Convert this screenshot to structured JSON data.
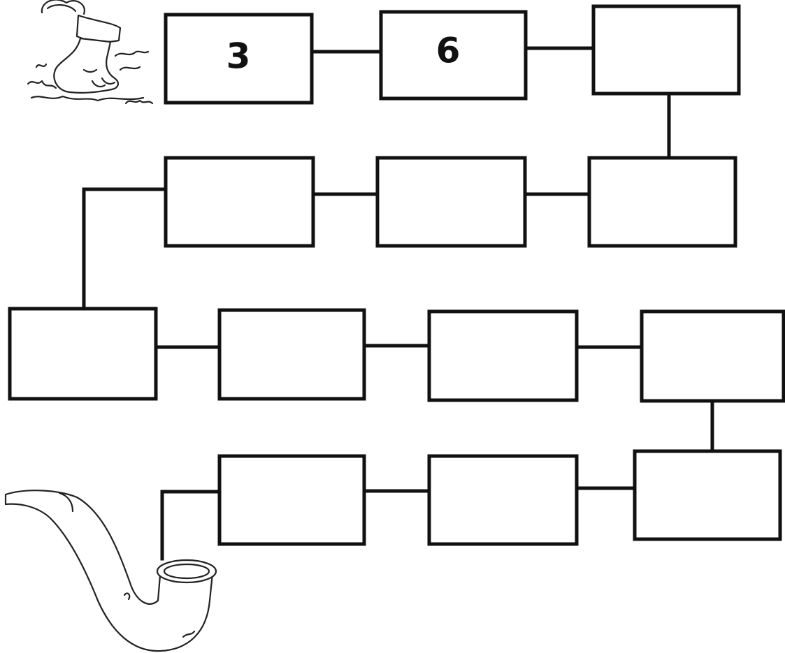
{
  "chain": {
    "cells": [
      {
        "id": 1,
        "value": "3"
      },
      {
        "id": 2,
        "value": "6"
      },
      {
        "id": 3,
        "value": ""
      },
      {
        "id": 4,
        "value": ""
      },
      {
        "id": 5,
        "value": ""
      },
      {
        "id": 6,
        "value": ""
      },
      {
        "id": 7,
        "value": ""
      },
      {
        "id": 8,
        "value": ""
      },
      {
        "id": 9,
        "value": ""
      },
      {
        "id": 10,
        "value": ""
      },
      {
        "id": 11,
        "value": ""
      },
      {
        "id": 12,
        "value": ""
      },
      {
        "id": 13,
        "value": ""
      },
      {
        "id": 14,
        "value": ""
      }
    ]
  },
  "illustrations": {
    "start": "foot-icon",
    "end": "pipe-icon"
  },
  "colors": {
    "stroke": "#111111",
    "background": "#ffffff"
  }
}
